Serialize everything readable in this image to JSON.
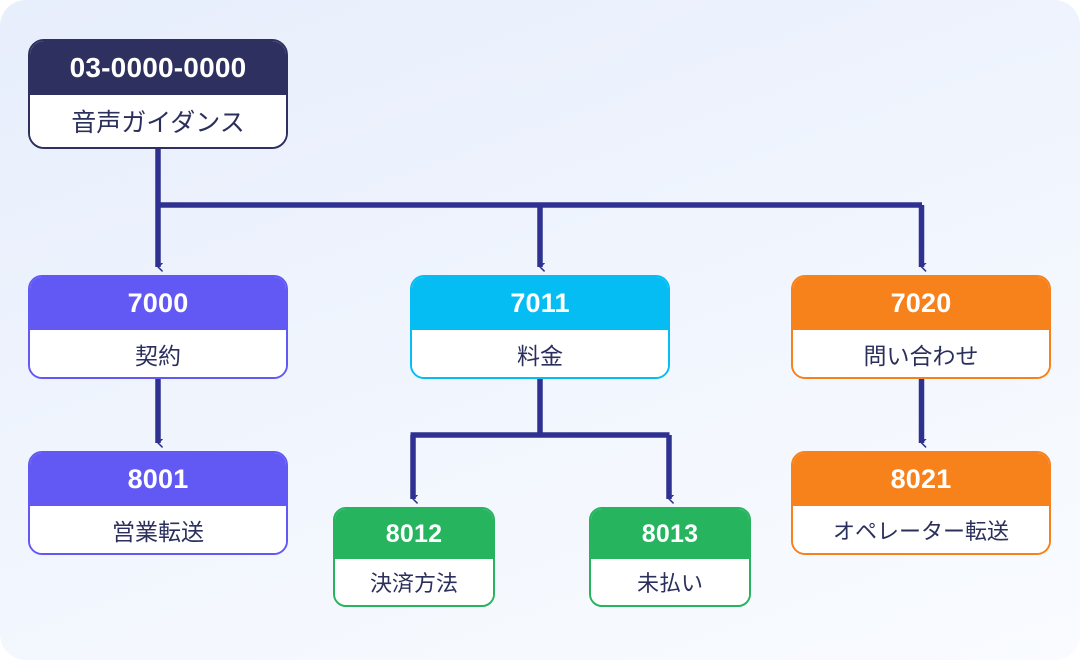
{
  "diagram": {
    "title": "IVR phone menu tree",
    "canvas": {
      "bg_top": "#e7eefc",
      "bg_bottom": "#f9fbff",
      "edge_color": "#2e3190"
    },
    "nodes": [
      {
        "id": "root",
        "code": "03-0000-0000",
        "label": "音声ガイダンス",
        "accent": "#2e3160"
      },
      {
        "id": "7000",
        "code": "7000",
        "label": "契約",
        "accent": "#6259f5"
      },
      {
        "id": "7011",
        "code": "7011",
        "label": "料金",
        "accent": "#05bdf3"
      },
      {
        "id": "7020",
        "code": "7020",
        "label": "問い合わせ",
        "accent": "#f7821b"
      },
      {
        "id": "8001",
        "code": "8001",
        "label": "営業転送",
        "accent": "#6259f5"
      },
      {
        "id": "8012",
        "code": "8012",
        "label": "決済方法",
        "accent": "#27b45f"
      },
      {
        "id": "8013",
        "code": "8013",
        "label": "未払い",
        "accent": "#27b45f"
      },
      {
        "id": "8021",
        "code": "8021",
        "label": "オペレーター転送",
        "accent": "#f7821b"
      }
    ],
    "edges": [
      {
        "from": "root",
        "to": "7000"
      },
      {
        "from": "root",
        "to": "7011"
      },
      {
        "from": "root",
        "to": "7020"
      },
      {
        "from": "7000",
        "to": "8001"
      },
      {
        "from": "7011",
        "to": "8012"
      },
      {
        "from": "7011",
        "to": "8013"
      },
      {
        "from": "7020",
        "to": "8021"
      }
    ]
  }
}
